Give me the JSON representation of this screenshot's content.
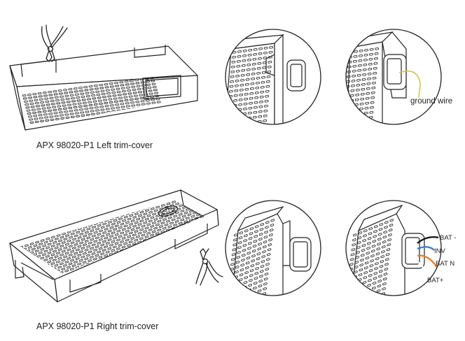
{
  "captions": {
    "left": "APX 98020-P1 Left trim-cover",
    "right": "APX 98020-P1 Right trim-cover"
  },
  "labels": {
    "ground": "ground wire",
    "bat_minus": "BAT -",
    "inv": "INV",
    "bat_n": "BAT N",
    "bat_plus": "BAT+"
  },
  "colors": {
    "line": "#222222",
    "ground_wire": "#d8c24a",
    "bat_minus": "#111111",
    "inv": "#3a7fd0",
    "bat_n": "#ef7d2a",
    "bat_plus": "#ffffff"
  }
}
